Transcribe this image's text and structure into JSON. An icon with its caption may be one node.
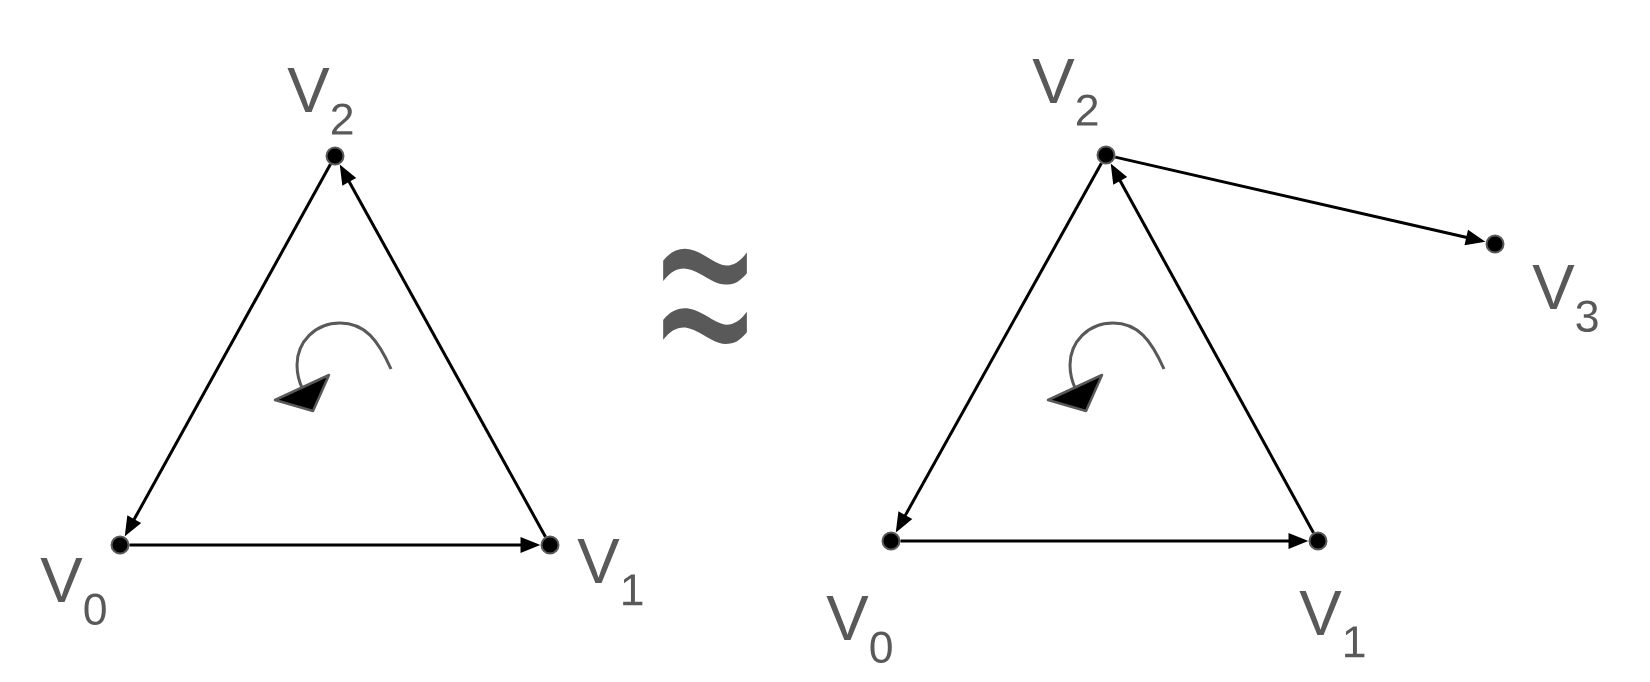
{
  "diagram": {
    "nodes": [
      {
        "text": [],
        "shape": "circle",
        "beside": [
          "V$_{2}$"
        ]
      },
      {
        "text": [],
        "shape": "circle",
        "beside": [
          "V$_{0}$"
        ]
      },
      {
        "text": [],
        "shape": "circle",
        "beside": [
          "V$_{1}$"
        ]
      },
      {
        "text": [],
        "shape": "circle",
        "beside": [
          "V$_{2}$"
        ]
      },
      {
        "text": [],
        "shape": "circle",
        "beside": [
          "V$_{3}$"
        ]
      },
      {
        "text": [],
        "shape": "circle",
        "beside": [
          "V$_{0}$"
        ]
      },
      {
        "text": [],
        "shape": "circle",
        "beside": [
          "V$_{1}$"
        ]
      }
    ],
    "edges": [
      {
        "from": 1,
        "to": 2,
        "arrow": "to"
      },
      {
        "from": 2,
        "to": 0,
        "arrow": "to"
      },
      {
        "from": 0,
        "to": 1,
        "arrow": "to"
      },
      {
        "from": 5,
        "to": 6,
        "arrow": "to"
      },
      {
        "from": 6,
        "to": 3,
        "arrow": "to"
      },
      {
        "from": 3,
        "to": 5,
        "arrow": "to"
      },
      {
        "from": 3,
        "to": 4,
        "arrow": "to"
      }
    ],
    "labels": [
      "≈"
    ]
  }
}
